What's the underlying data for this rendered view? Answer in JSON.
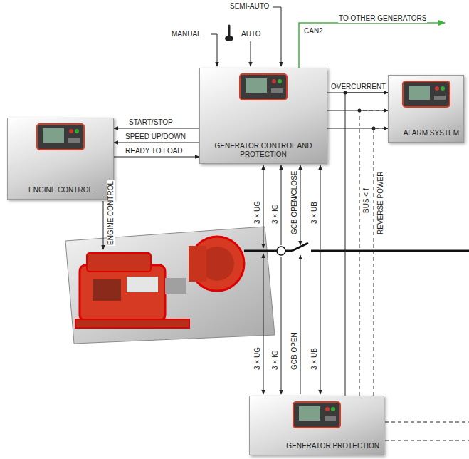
{
  "diagram": {
    "nodes": [
      {
        "text": [
          "ENGINE CONTROL"
        ]
      },
      {
        "text": [
          "GENERATOR CONTROL AND PROTECTION"
        ]
      },
      {
        "text": [
          "ALARM SYSTEM"
        ]
      },
      {
        "text": [
          "GENERATOR PROTECTION"
        ]
      }
    ],
    "edges": [
      {
        "from": 1,
        "to": 0,
        "label": "START/STOP",
        "arrow": "to"
      },
      {
        "from": 1,
        "to": 0,
        "label": "SPEED UP/DOWN",
        "arrow": "to"
      },
      {
        "from": 0,
        "to": 1,
        "label": "READY TO LOAD",
        "arrow": "to"
      },
      {
        "from": 1,
        "to": 2,
        "label": "OVERCURRENT",
        "arrow": "to"
      },
      {
        "from": 1,
        "to": 2,
        "arrow": "to"
      },
      {
        "from": 1,
        "to": 2,
        "arrow": "to"
      },
      {
        "from": 3,
        "to": 2,
        "arrow": "to"
      },
      {
        "from": 3,
        "to": 2,
        "label": "BUS < f",
        "arrow": "to"
      },
      {
        "from": 3,
        "to": 2,
        "label": "REVERSE POWER",
        "arrow": "to"
      }
    ],
    "labels": [
      "SEMI-AUTO",
      "MANUAL",
      "AUTO",
      "CAN2",
      "TO OTHER GENERATORS",
      "ENGINE CONTROL",
      "3 × UG",
      "3 × IG",
      "GCB OPEN/CLOSE",
      "3 × UB",
      "3 × UG",
      "3 × IG",
      "GCB OPEN",
      "3 × UB"
    ]
  }
}
